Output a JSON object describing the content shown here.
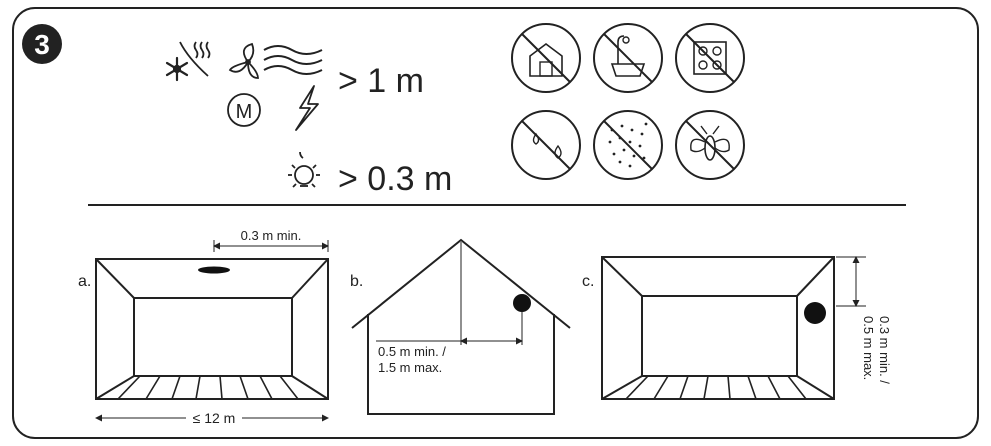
{
  "step": {
    "number": "3"
  },
  "distances": {
    "heat_sources": "> 1 m",
    "lamp": "> 0.3 m"
  },
  "icons_top": [
    "snowflake-icon",
    "heat-waves-icon",
    "fan-icon",
    "air-flow-icon",
    "motor-icon",
    "lightning-icon",
    "light-bulb-icon"
  ],
  "prohibited_icons": [
    "no-outdoor-icon",
    "no-bathroom-icon",
    "no-kitchen-icon",
    "no-water-drops-icon",
    "no-dust-icon",
    "no-insects-icon"
  ],
  "diagrams": {
    "a": {
      "label": "a.",
      "top_dim": "0.3 m min.",
      "bottom_dim": "≤ 12 m"
    },
    "b": {
      "label": "b.",
      "dim_line1": "0.5 m min. /",
      "dim_line2": "1.5 m max."
    },
    "c": {
      "label": "c.",
      "side_dim_line1": "0.3 m min. /",
      "side_dim_line2": "0.5 m max."
    }
  }
}
